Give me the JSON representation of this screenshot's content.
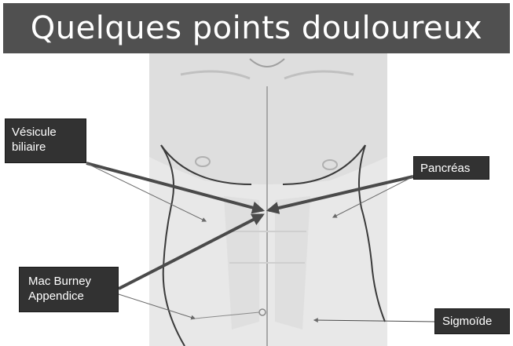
{
  "title": "Quelques points douloureux",
  "labels": {
    "vesicule": [
      "Vésicule",
      "biliaire"
    ],
    "pancreas": "Pancréas",
    "macburney": [
      "Mac Burney",
      "Appendice"
    ],
    "sigmoide": "Sigmoïde"
  },
  "colors": {
    "title_bg": "#505050",
    "label_bg": "#323232",
    "skin": "#e6e6e6",
    "arrow": "#4a4a4a"
  }
}
